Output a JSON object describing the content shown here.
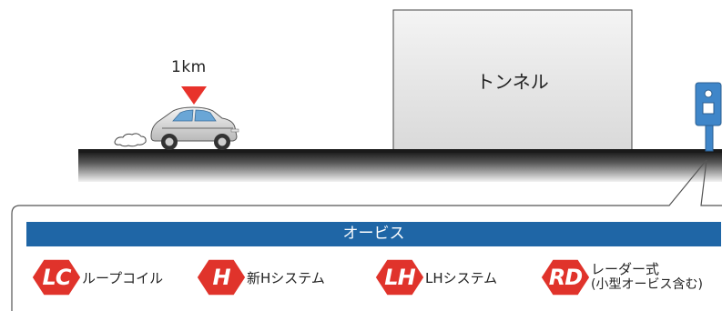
{
  "distance_label": "1km",
  "tunnel_label": "トンネル",
  "legend": {
    "header": "オービス",
    "items": [
      {
        "abbr": "LC",
        "label": "ループコイル",
        "sublabel": ""
      },
      {
        "abbr": "H",
        "label": "新Hシステム",
        "sublabel": ""
      },
      {
        "abbr": "LH",
        "label": "LHシステム",
        "sublabel": ""
      },
      {
        "abbr": "RD",
        "label": "レーダー式",
        "sublabel": "(小型オービス含む)"
      }
    ]
  },
  "colors": {
    "legend_bar": "#1f66a6",
    "marker": "#e8322b",
    "icon_badge": "#e0332b",
    "road": "#2a2a2a",
    "tunnel": "#e8e8e8",
    "orbis": "#3f86c9"
  },
  "icons": {
    "vehicle": "car-icon",
    "marker": "down-triangle-marker",
    "camera": "orbis-camera-icon"
  }
}
